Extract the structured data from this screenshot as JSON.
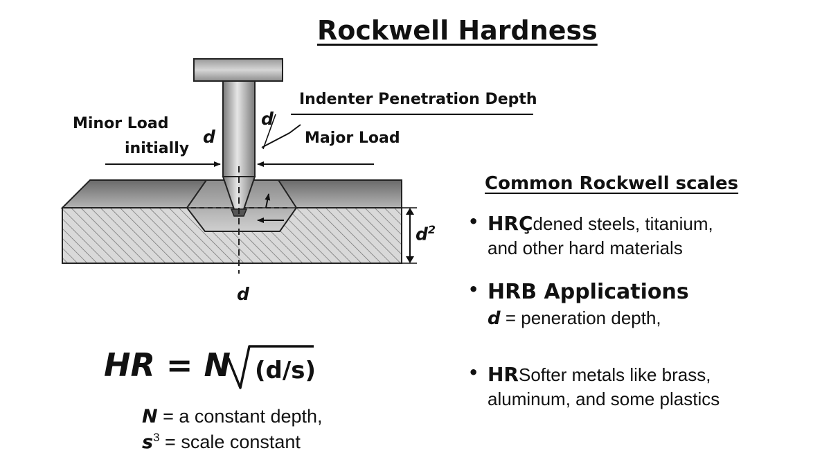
{
  "title": "Rockwell Hardness",
  "diagram": {
    "label_depth_title": "Indenter Penetration Depth",
    "label_minor": "Minor Load",
    "label_initially": "initially",
    "label_major": "Major Load",
    "d_left": "d",
    "d_top": "d",
    "d_bottom": "d",
    "d2_base": "d",
    "d2_sup": "2"
  },
  "scales": {
    "heading": "Common Rockwell scales",
    "items": [
      {
        "head": "HRÇ",
        "desc": "dened steels, titanium,",
        "desc2": "and other hard materials"
      },
      {
        "head": "HRB Applications",
        "desc_sym": "d",
        "desc": " = peneration depth,"
      },
      {
        "head": "HR",
        "desc": "Softer metals like brass,",
        "desc2": "aluminum, and some plastics"
      }
    ]
  },
  "formula": {
    "lhs": "HR = N",
    "arg": "(d/s)",
    "def1_sym": "N",
    "def1_text": " = a constant depth,",
    "def2_sym": "s",
    "def2_sup": "3",
    "def2_text": " = scale constant"
  }
}
